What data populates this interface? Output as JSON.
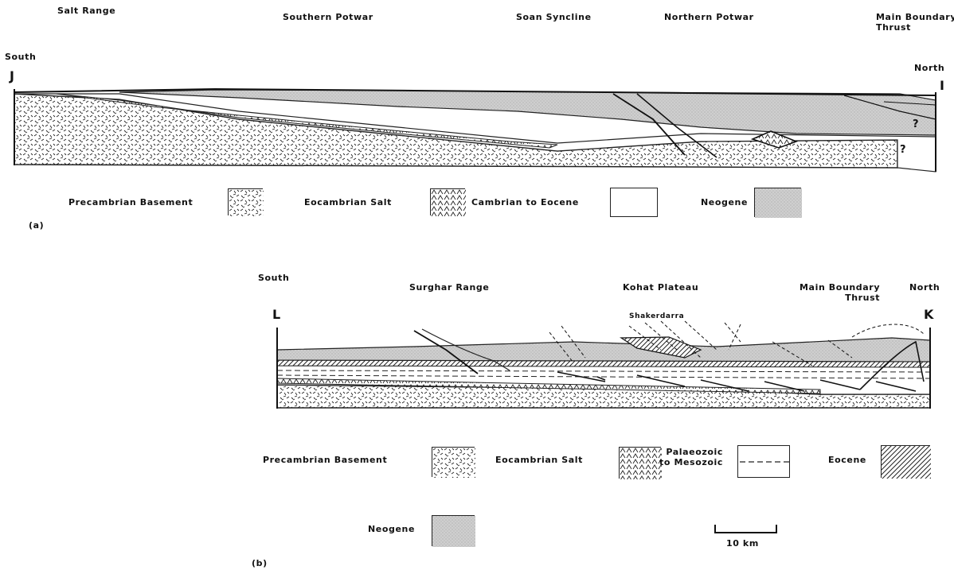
{
  "panel_a": {
    "regions": {
      "salt_range": "Salt Range",
      "southern_potwar": "Southern Potwar",
      "soan_syncline": "Soan Syncline",
      "northern_potwar": "Northern Potwar",
      "main_boundary_thrust": "Main Boundary\nThrust"
    },
    "direction_left": "South",
    "direction_right": "North",
    "end_left": "J",
    "end_right": "I",
    "question_marks": [
      "?",
      "?"
    ],
    "panel_label": "(a)",
    "legend": {
      "basement": "Precambrian Basement",
      "salt": "Eocambrian Salt",
      "cambrian_eocene": "Cambrian to Eocene",
      "neogene": "Neogene"
    }
  },
  "panel_b": {
    "regions": {
      "surghar_range": "Surghar Range",
      "kohat_plateau": "Kohat Plateau",
      "shakerdarra": "Shakerdarra",
      "main_boundary_thrust": "Main Boundary\nThrust"
    },
    "direction_left": "South",
    "direction_right": "North",
    "end_left": "L",
    "end_right": "K",
    "panel_label": "(b)",
    "legend": {
      "basement": "Precambrian Basement",
      "salt": "Eocambrian Salt",
      "palaeozoic": "Palaeozoic\nto Mesozoic",
      "eocene": "Eocene",
      "neogene": "Neogene"
    },
    "scale_bar": "10 km"
  },
  "colors": {
    "ink": "#111111",
    "neogene_fill": "#cfcfcf",
    "paper": "#ffffff"
  }
}
